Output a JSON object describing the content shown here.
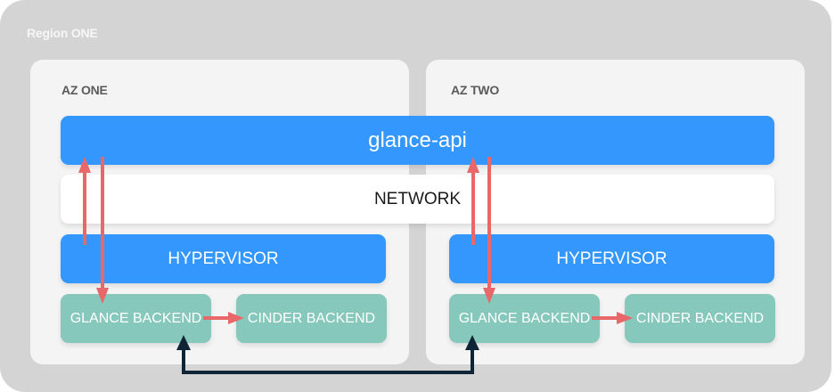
{
  "region": {
    "label": "Region ONE"
  },
  "availability_zones": [
    {
      "label": "AZ ONE",
      "hypervisor": "HYPERVISOR",
      "glance_backend": "GLANCE BACKEND",
      "cinder_backend": "CINDER BACKEND"
    },
    {
      "label": "AZ TWO",
      "hypervisor": "HYPERVISOR",
      "glance_backend": "GLANCE BACKEND",
      "cinder_backend": "CINDER BACKEND"
    }
  ],
  "shared": {
    "api": "glance-api",
    "network": "NETWORK"
  },
  "colors": {
    "region_bg": "#d4d4d4",
    "az_bg": "#f4f4f4",
    "blue": "#3497fd",
    "teal": "#86c8bb",
    "arrow_red": "#e8686a",
    "arrow_dark": "#0f2536"
  },
  "connections": [
    {
      "from": "hypervisor-az-one",
      "to": "glance-api",
      "style": "red-arrow"
    },
    {
      "from": "glance-api",
      "to": "glance-backend-az-one",
      "style": "red-arrow"
    },
    {
      "from": "hypervisor-az-two",
      "to": "glance-api",
      "style": "red-arrow"
    },
    {
      "from": "glance-api",
      "to": "glance-backend-az-two",
      "style": "red-arrow"
    },
    {
      "from": "glance-backend-az-one",
      "to": "cinder-backend-az-one",
      "style": "red-arrow"
    },
    {
      "from": "glance-backend-az-two",
      "to": "cinder-backend-az-two",
      "style": "red-arrow"
    },
    {
      "from": "glance-backend-az-one",
      "to": "glance-backend-az-two",
      "style": "dark-bidirectional"
    }
  ]
}
